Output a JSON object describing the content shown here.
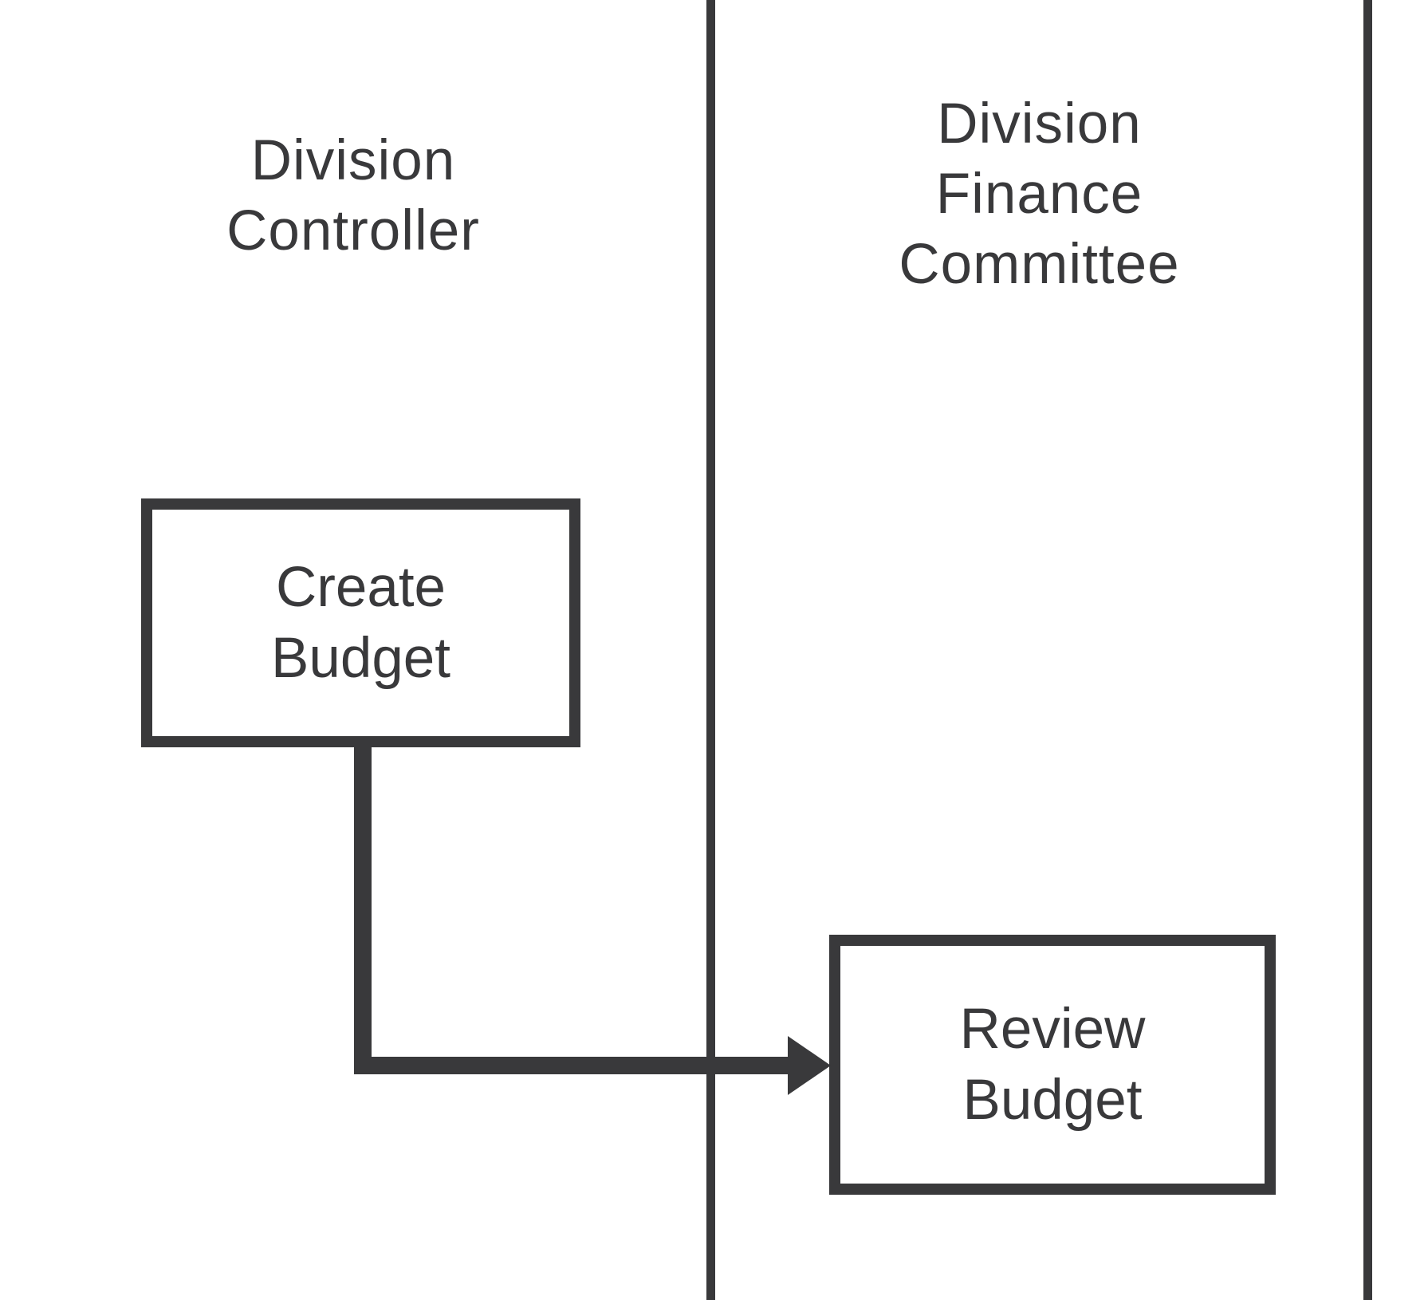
{
  "diagram": {
    "type": "swimlane-flowchart",
    "background": "#ffffff",
    "ink_color": "#39393b",
    "lanes": [
      {
        "title": "Division\nController"
      },
      {
        "title": "Division\nFinance\nCommittee"
      }
    ],
    "nodes": [
      {
        "label": "Create\nBudget",
        "lane": "Division Controller"
      },
      {
        "label": "Review\nBudget",
        "lane": "Division Finance Committee"
      }
    ],
    "connectors": [
      {
        "from": "Create Budget",
        "to": "Review Budget",
        "style": "elbow-down-then-right",
        "arrowhead": "filled-triangle-right"
      }
    ]
  }
}
